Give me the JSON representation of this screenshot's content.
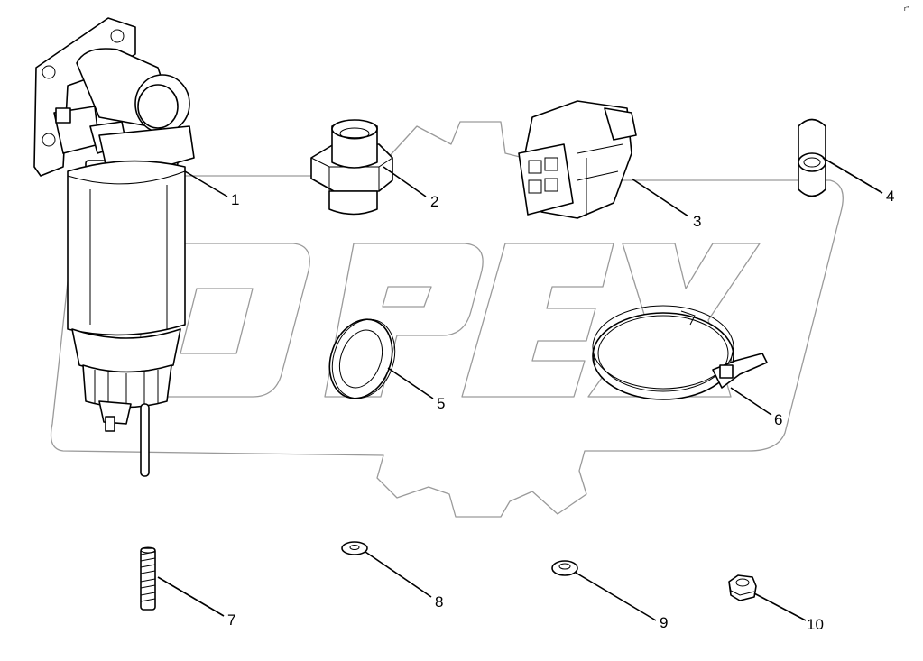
{
  "watermark": {
    "brand": "OPEX",
    "color": "#9a9a9a"
  },
  "corner_mark": "r'''",
  "callouts": [
    {
      "number": "1",
      "part": "fuel filter assembly"
    },
    {
      "number": "2",
      "part": "threaded fitting"
    },
    {
      "number": "3",
      "part": "electrical connector"
    },
    {
      "number": "4",
      "part": "sleeve / cap"
    },
    {
      "number": "5",
      "part": "sealing ring"
    },
    {
      "number": "6",
      "part": "mounting clamp"
    },
    {
      "number": "7",
      "part": "stud"
    },
    {
      "number": "8",
      "part": "washer"
    },
    {
      "number": "9",
      "part": "spring washer"
    },
    {
      "number": "10",
      "part": "nut"
    }
  ]
}
